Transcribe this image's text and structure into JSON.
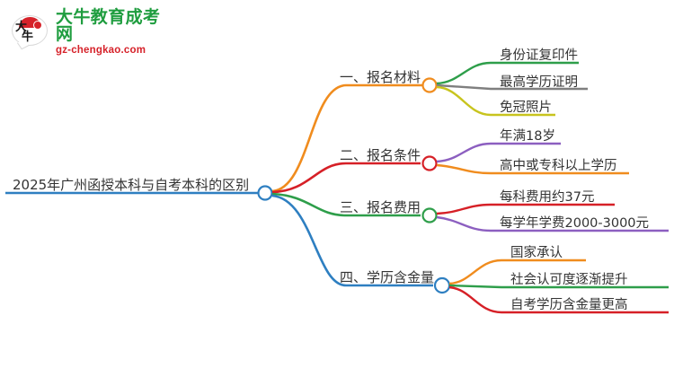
{
  "logo": {
    "name": "大牛教育成考网",
    "domain": "gz-chengkao.com",
    "glyph_top": "大",
    "glyph_bottom": "牛",
    "title_color": "#1f9d3f",
    "domain_color": "#d6222a",
    "mark_color": "#d6222a"
  },
  "mindmap": {
    "root": {
      "label": "2025年广州函授本科与自考本科的区别",
      "color": "#2e7fc1"
    },
    "branches": [
      {
        "label": "一、报名材料",
        "color": "#f08c1e",
        "leaves": [
          {
            "label": "身份证复印件",
            "color": "#2e9e4a"
          },
          {
            "label": "最高学历证明",
            "color": "#7f7f7f"
          },
          {
            "label": "免冠照片",
            "color": "#c8c41e"
          }
        ]
      },
      {
        "label": "二、报名条件",
        "color": "#d62027",
        "leaves": [
          {
            "label": "年满18岁",
            "color": "#8c5fc0"
          },
          {
            "label": "高中或专科以上学历",
            "color": "#f08c1e"
          }
        ]
      },
      {
        "label": "三、报名费用",
        "color": "#2e9e4a",
        "leaves": [
          {
            "label": "每科费用约37元",
            "color": "#d62027"
          },
          {
            "label": "每学年学费2000-3000元",
            "color": "#8c5fc0"
          }
        ]
      },
      {
        "label": "四、学历含金量",
        "color": "#2e7fc1",
        "leaves": [
          {
            "label": "国家承认",
            "color": "#f08c1e"
          },
          {
            "label": "社会认可度逐渐提升",
            "color": "#2e9e4a"
          },
          {
            "label": "自考学历含金量更高",
            "color": "#d62027"
          }
        ]
      }
    ]
  }
}
